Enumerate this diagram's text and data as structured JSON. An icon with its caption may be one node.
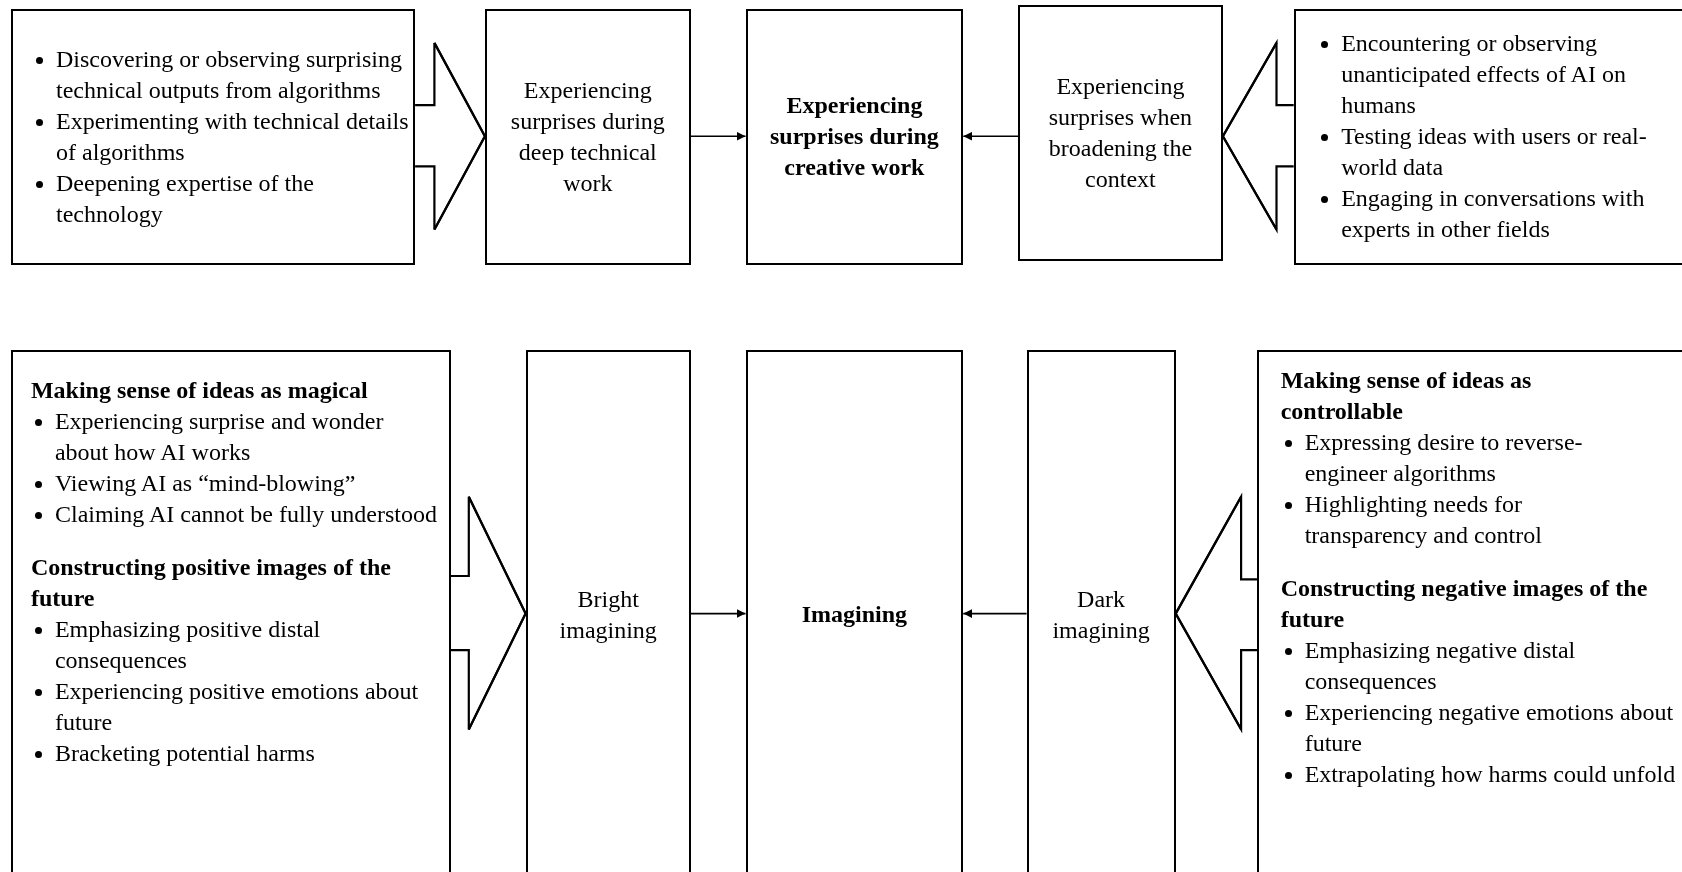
{
  "diagram": {
    "nodes": [
      {
        "text": [
          "Discovering or observing surprising technical outputs from algorithms",
          "Experimenting with technical details of algorithms",
          "Deepening expertise of the technology"
        ]
      },
      {
        "text": [
          "Experiencing surprises during deep technical work"
        ]
      },
      {
        "text": [
          "Experiencing surprises during creative work"
        ]
      },
      {
        "text": [
          "Experiencing surprises when broadening the context"
        ]
      },
      {
        "text": [
          "Encountering or observing unanticipated effects of AI on humans",
          "Testing ideas with users or real-world data",
          "Engaging in conversations with experts in other fields"
        ]
      },
      {
        "text": [
          "Making sense of ideas as magical",
          "Experiencing surprise and wonder about how AI works",
          "Viewing AI as “mind-blowing”",
          "Claiming AI cannot be fully understood",
          "Constructing positive images of the future",
          "Emphasizing positive distal consequences",
          "Experiencing positive emotions about future",
          "Bracketing potential harms"
        ]
      },
      {
        "text": [
          "Bright imagining"
        ]
      },
      {
        "text": [
          "Imagining"
        ]
      },
      {
        "text": [
          "Dark imagining"
        ]
      },
      {
        "text": [
          "Making sense of ideas as controllable",
          "Expressing desire to reverse-engineer algorithms",
          "Highlighting needs for transparency and control",
          "Constructing negative images of the future",
          "Emphasizing negative distal consequences",
          "Experiencing negative emotions about future",
          "Extrapolating how harms could unfold"
        ]
      }
    ],
    "edges": [
      {
        "from": 0,
        "to": 1,
        "arrow": "to"
      },
      {
        "from": 1,
        "to": 2,
        "arrow": "to"
      },
      {
        "from": 3,
        "to": 2,
        "arrow": "to"
      },
      {
        "from": 4,
        "to": 3,
        "arrow": "to"
      },
      {
        "from": 5,
        "to": 6,
        "arrow": "to"
      },
      {
        "from": 6,
        "to": 7,
        "arrow": "to"
      },
      {
        "from": 8,
        "to": 7,
        "arrow": "to"
      },
      {
        "from": 9,
        "to": 8,
        "arrow": "to"
      }
    ]
  }
}
